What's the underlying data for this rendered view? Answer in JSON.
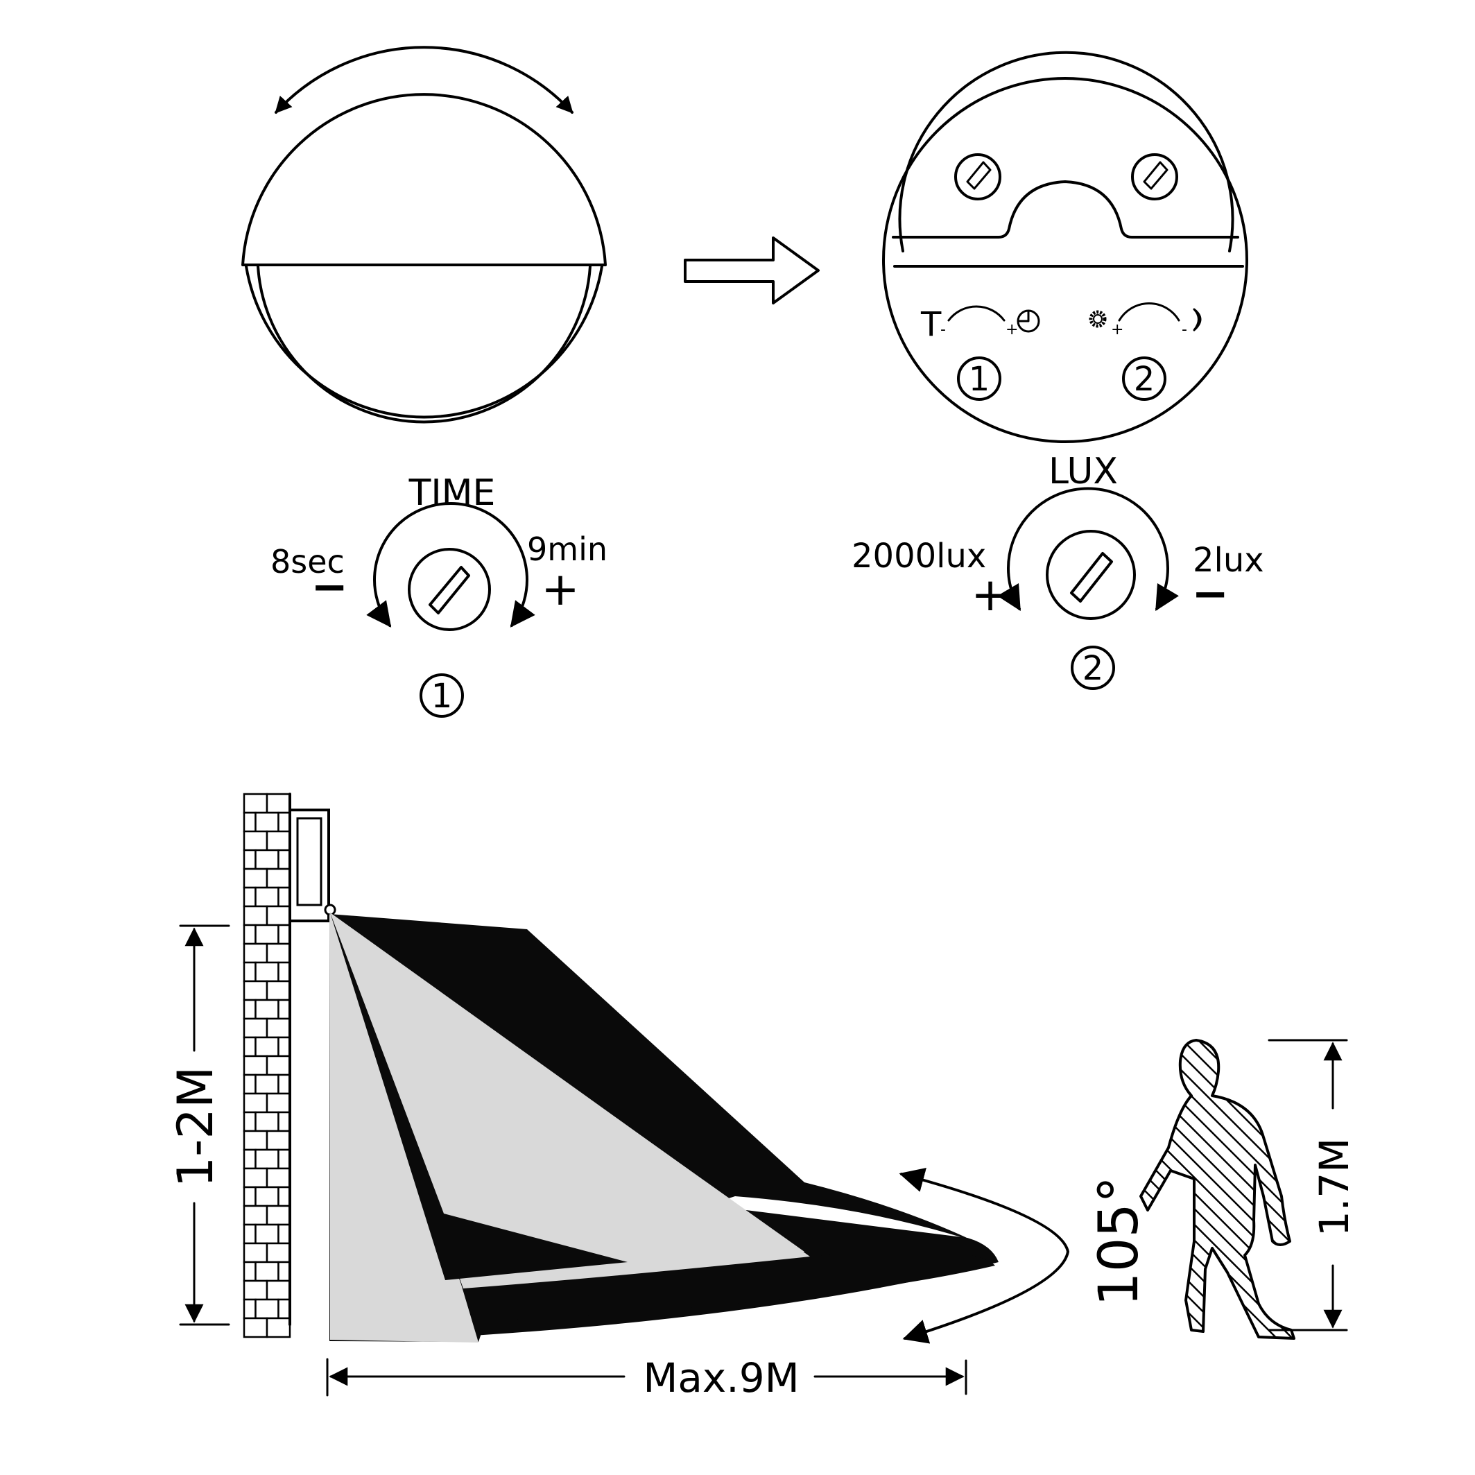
{
  "time_dial": {
    "title": "TIME",
    "min_label": "8sec",
    "max_label": "9min",
    "minus_sign": "−",
    "plus_sign": "+",
    "number": "1"
  },
  "lux_dial": {
    "title": "LUX",
    "min_label": "2000lux",
    "max_label": "2lux",
    "plus_sign": "+",
    "minus_sign": "−",
    "number": "2"
  },
  "sensor_face": {
    "time_prefix": "T",
    "time_small_minus": "-",
    "time_small_plus": "+",
    "lux_small_plus": "+",
    "lux_small_minus": "-",
    "knob1_number": "1",
    "knob2_number": "2",
    "icons": [
      "clock-icon",
      "sun-icon",
      "moon-icon"
    ]
  },
  "installation": {
    "height_label": "1-2M",
    "distance_label": "Max.9M",
    "angle_label": "105°",
    "person_height_label": "1.7M"
  },
  "colors": {
    "ink": "#000000",
    "zone_light": "#d9d9d9",
    "zone_dark": "#0a0a0a",
    "background": "#ffffff"
  }
}
